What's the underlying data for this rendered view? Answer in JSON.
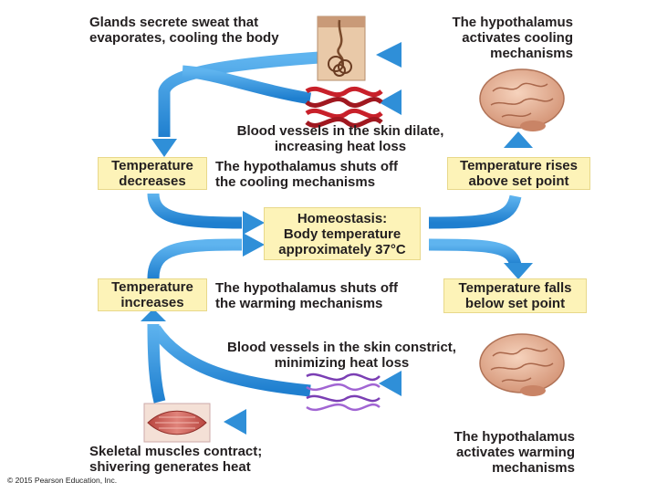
{
  "labels": {
    "glands": [
      "Glands secrete sweat that",
      "evaporates, cooling the body"
    ],
    "hypo_cooling": [
      "The hypothalamus",
      "activates cooling",
      "mechanisms"
    ],
    "dilate": [
      "Blood vessels in the skin dilate,",
      "increasing heat loss"
    ],
    "shuts_off_cooling": [
      "The hypothalamus shuts off",
      "the cooling mechanisms"
    ],
    "shuts_off_warming": [
      "The hypothalamus shuts off",
      "the warming mechanisms"
    ],
    "constrict": [
      "Blood vessels in the skin constrict,",
      "minimizing heat loss"
    ],
    "muscles": [
      "Skeletal muscles contract;",
      "shivering generates heat"
    ],
    "hypo_warming": [
      "The hypothalamus",
      "activates warming",
      "mechanisms"
    ]
  },
  "boxes": {
    "temp_decreases": [
      "Temperature",
      "decreases"
    ],
    "temp_rises": [
      "Temperature rises",
      "above set point"
    ],
    "homeostasis": [
      "Homeostasis:",
      "Body temperature",
      "approximately 37°C"
    ],
    "temp_increases": [
      "Temperature",
      "increases"
    ],
    "temp_falls": [
      "Temperature falls",
      "below set point"
    ]
  },
  "copyright": "© 2015 Pearson Education, Inc.",
  "colors": {
    "arrow": "#2f8fd8",
    "box_fill": "#fdf3b8",
    "text": "#231f20"
  },
  "icons": {
    "sweat_gland": "sweat-gland-icon",
    "blood_vessels_dilated": "blood-vessels-dilated-icon",
    "brain": "brain-icon",
    "blood_vessels_constricted": "blood-vessels-constricted-icon",
    "muscle": "skeletal-muscle-icon"
  }
}
